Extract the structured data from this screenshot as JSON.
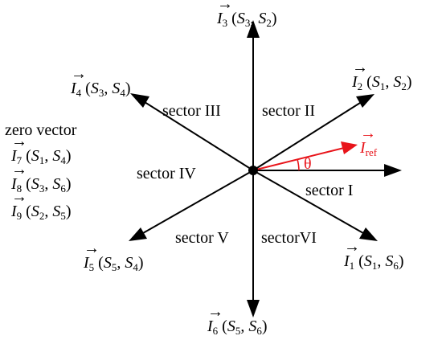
{
  "colors": {
    "axis": "#000000",
    "reference": "#e8141a"
  },
  "vectors": [
    {
      "id": "I1",
      "symbol": "I",
      "index": "1",
      "s_a": "S",
      "s_a_sub": "1",
      "s_b": "S",
      "s_b_sub": "6"
    },
    {
      "id": "I2",
      "symbol": "I",
      "index": "2",
      "s_a": "S",
      "s_a_sub": "1",
      "s_b": "S",
      "s_b_sub": "2"
    },
    {
      "id": "I3",
      "symbol": "I",
      "index": "3",
      "s_a": "S",
      "s_a_sub": "3",
      "s_b": "S",
      "s_b_sub": "2"
    },
    {
      "id": "I4",
      "symbol": "I",
      "index": "4",
      "s_a": "S",
      "s_a_sub": "3",
      "s_b": "S",
      "s_b_sub": "4"
    },
    {
      "id": "I5",
      "symbol": "I",
      "index": "5",
      "s_a": "S",
      "s_a_sub": "5",
      "s_b": "S",
      "s_b_sub": "4"
    },
    {
      "id": "I6",
      "symbol": "I",
      "index": "6",
      "s_a": "S",
      "s_a_sub": "5",
      "s_b": "S",
      "s_b_sub": "6"
    }
  ],
  "sectors": [
    "sector I",
    "sector II",
    "sector III",
    "sector IV",
    "sector V",
    "sectorVI"
  ],
  "zero_vector": {
    "title": "zero vector",
    "items": [
      {
        "symbol": "I",
        "index": "7",
        "s_a": "S",
        "s_a_sub": "1",
        "s_b": "S",
        "s_b_sub": "4"
      },
      {
        "symbol": "I",
        "index": "8",
        "s_a": "S",
        "s_a_sub": "3",
        "s_b": "S",
        "s_b_sub": "6"
      },
      {
        "symbol": "I",
        "index": "9",
        "s_a": "S",
        "s_a_sub": "2",
        "s_b": "S",
        "s_b_sub": "5"
      }
    ]
  },
  "reference": {
    "symbol": "I",
    "subscript": "ref",
    "angle_label": "θ"
  }
}
